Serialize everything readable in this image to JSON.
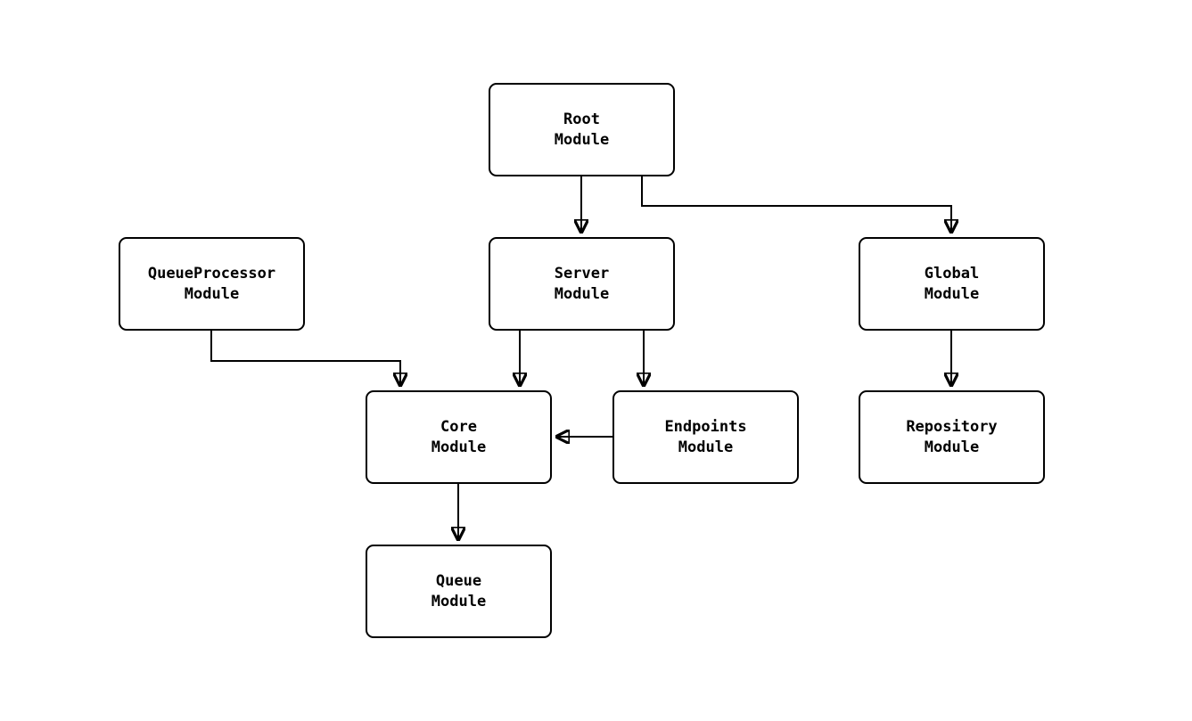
{
  "diagram": {
    "type": "module-dependency-graph",
    "colors": {
      "background": "#ffffff",
      "node_fill": "#ffffff",
      "node_border": "#000000",
      "edge": "#000000",
      "text": "#000000"
    },
    "nodes": {
      "root": {
        "label": "Root\nModule"
      },
      "server": {
        "label": "Server\nModule"
      },
      "queueprocessor": {
        "label": "QueueProcessor\nModule"
      },
      "global": {
        "label": "Global\nModule"
      },
      "core": {
        "label": "Core\nModule"
      },
      "endpoints": {
        "label": "Endpoints\nModule"
      },
      "repository": {
        "label": "Repository\nModule"
      },
      "queue": {
        "label": "Queue\nModule"
      }
    },
    "edges": [
      {
        "from": "root",
        "to": "server"
      },
      {
        "from": "root",
        "to": "global"
      },
      {
        "from": "queueprocessor",
        "to": "core"
      },
      {
        "from": "server",
        "to": "core"
      },
      {
        "from": "server",
        "to": "endpoints"
      },
      {
        "from": "endpoints",
        "to": "core"
      },
      {
        "from": "global",
        "to": "repository"
      },
      {
        "from": "core",
        "to": "queue"
      }
    ]
  }
}
